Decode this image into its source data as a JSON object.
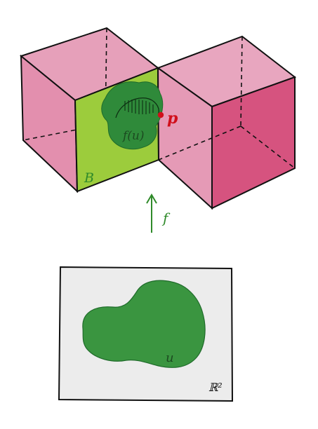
{
  "diagram": {
    "labels": {
      "set_b": "B",
      "image_fu": "f(u)",
      "point_p": "p",
      "map_f": "f",
      "domain_u": "u",
      "space_r2": "ℝ²"
    },
    "colors": {
      "cube_face_light": "#e8a4bd",
      "cube_face_mid": "#de88a8",
      "cube_face_dark": "#d5537f",
      "face_b_green": "#9ccc3c",
      "blob_green": "#2f8a3a",
      "blob_green_light": "#46a14a",
      "point_red": "#d10f1b",
      "plane_gray": "#ececec",
      "outline": "#111111"
    }
  }
}
